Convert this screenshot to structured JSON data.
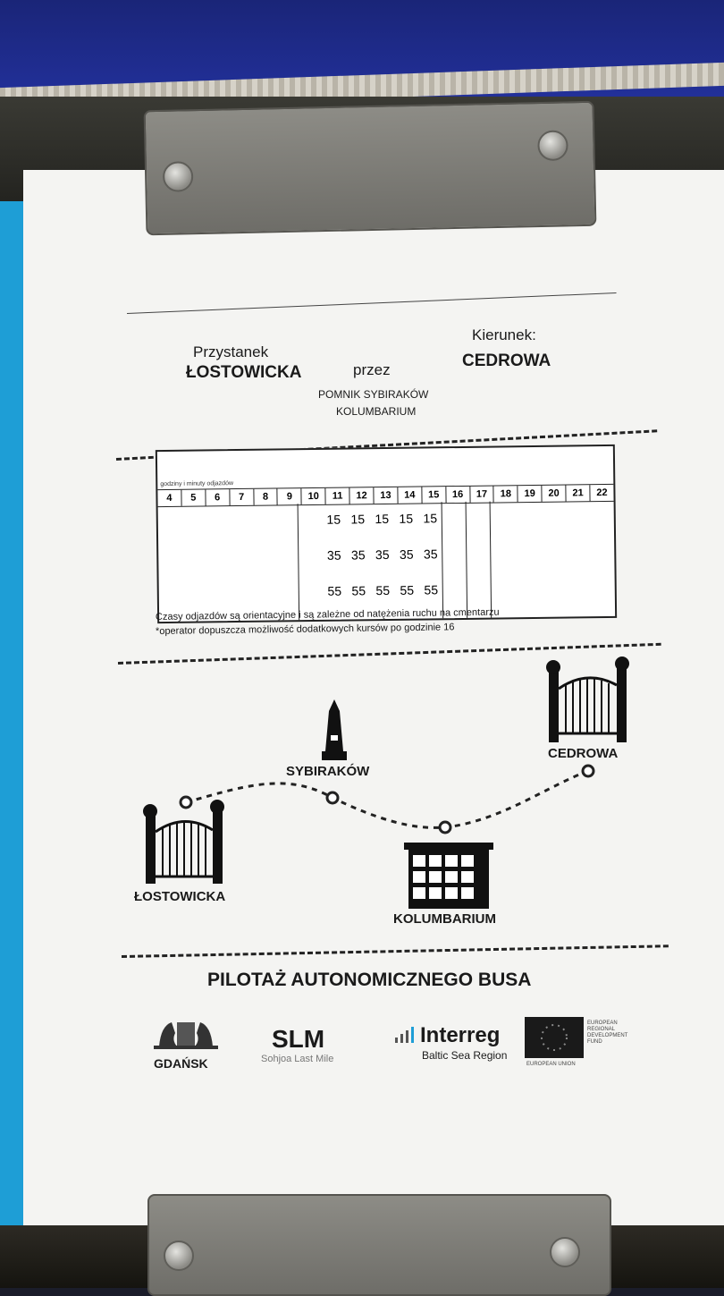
{
  "stop": {
    "label": "Przystanek",
    "name": "ŁOSTOWICKA",
    "via_label": "przez",
    "via_stops": [
      "POMNIK SYBIRAKÓW",
      "KOLUMBARIUM"
    ],
    "direction_label": "Kierunek:",
    "direction": "CEDROWA"
  },
  "timetable": {
    "header_label": "godziny i minuty odjazdów",
    "hours": [
      "4",
      "5",
      "6",
      "7",
      "8",
      "9",
      "10",
      "11",
      "12",
      "13",
      "14",
      "15",
      "16",
      "17",
      "18",
      "19",
      "20",
      "21",
      "22"
    ],
    "departures": [
      {
        "hour": "11",
        "minutes": [
          "15",
          "35",
          "55"
        ]
      },
      {
        "hour": "12",
        "minutes": [
          "15",
          "35",
          "55"
        ]
      },
      {
        "hour": "13",
        "minutes": [
          "15",
          "35",
          "55"
        ]
      },
      {
        "hour": "14",
        "minutes": [
          "15",
          "35",
          "55"
        ]
      },
      {
        "hour": "15",
        "minutes": [
          "15",
          "35",
          "55"
        ]
      }
    ],
    "note_1": "Czasy odjazdów są orientacyjne i są zależne od natężenia ruchu na cmentarzu",
    "note_2": "*operator dopuszcza możliwość dodatkowych kursów po godzinie 16"
  },
  "route_map": {
    "stops": [
      {
        "label": "ŁOSTOWICKA",
        "icon": "gate-icon"
      },
      {
        "label": "SYBIRAKÓW",
        "icon": "monument-icon"
      },
      {
        "label": "KOLUMBARIUM",
        "icon": "columbarium-icon"
      },
      {
        "label": "CEDROWA",
        "icon": "gate-icon"
      }
    ]
  },
  "footer": {
    "title": "PILOTAŻ AUTONOMICZNEGO BUSA",
    "logos": {
      "gdansk": "GDAŃSK",
      "slm": "SLM",
      "slm_sub": "Sohjoa Last Mile",
      "interreg": "Interreg",
      "interreg_sub": "Baltic Sea Region",
      "eu_text": "EUROPEAN REGIONAL DEVELOPMENT FUND",
      "eu_sub": "EUROPEAN UNION"
    }
  },
  "colors": {
    "paper": "#f4f4f2",
    "ink": "#1a1a1a",
    "frame_blue": "#1e9ed6",
    "board_navy": "#22309a",
    "clip_metal": "#7d7c77"
  }
}
